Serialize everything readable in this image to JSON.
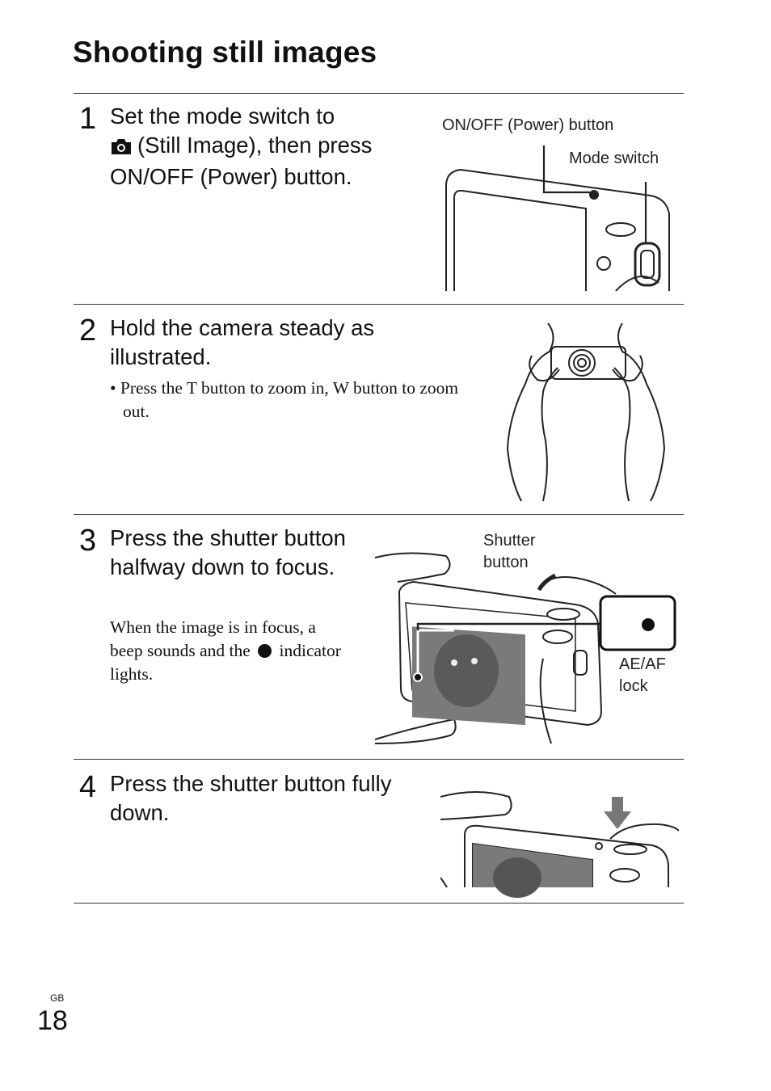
{
  "page": {
    "title": "Shooting still images",
    "region_code": "GB",
    "page_number": "18"
  },
  "steps": [
    {
      "number": "1",
      "text_before_icon": "Set the mode switch to",
      "icon": "camera-icon",
      "text_after_icon": "(Still Image), then press ON/OFF (Power) button.",
      "labels": {
        "power_button": "ON/OFF (Power) button",
        "mode_switch": "Mode switch"
      }
    },
    {
      "number": "2",
      "text": "Hold the camera steady as illustrated.",
      "note": "• Press the T button to zoom in, W button to zoom out."
    },
    {
      "number": "3",
      "text": "Press the shutter button halfway down to focus.",
      "note_before_icon": "When the image is in focus, a beep sounds and the",
      "note_icon": "dot-indicator-icon",
      "note_after_icon": "indicator lights.",
      "labels": {
        "shutter_line1": "Shutter",
        "shutter_line2": "button",
        "aeaf_line1": "AE/AF",
        "aeaf_line2": "lock"
      }
    },
    {
      "number": "4",
      "text": "Press the shutter button fully down."
    }
  ]
}
